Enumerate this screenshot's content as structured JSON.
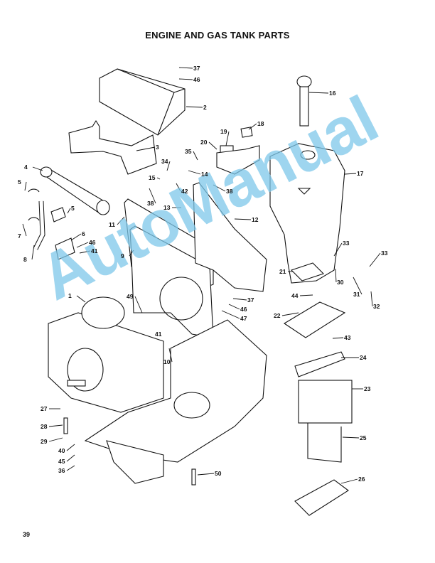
{
  "title": "ENGINE AND GAS TANK PARTS",
  "page_number": "39",
  "watermark": "AutoManual",
  "callouts": [
    "37",
    "46",
    "2",
    "16",
    "18",
    "19",
    "20",
    "3",
    "35",
    "34",
    "14",
    "15",
    "17",
    "42",
    "38",
    "38",
    "4",
    "5",
    "5",
    "13",
    "12",
    "11",
    "7",
    "6",
    "46",
    "41",
    "8",
    "9",
    "33",
    "33",
    "21",
    "30",
    "31",
    "32",
    "44",
    "37",
    "46",
    "47",
    "1",
    "49",
    "22",
    "43",
    "41",
    "10",
    "24",
    "23",
    "27",
    "28",
    "29",
    "40",
    "45",
    "36",
    "50",
    "25",
    "26"
  ]
}
